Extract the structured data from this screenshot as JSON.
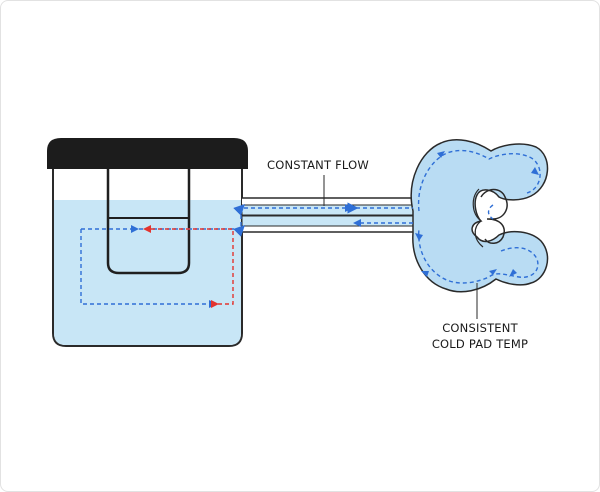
{
  "diagram": {
    "labels": {
      "constant_flow": "CONSTANT FLOW",
      "pad_temp_line1": "CONSISTENT",
      "pad_temp_line2": "COLD PAD TEMP"
    },
    "colors": {
      "water": "#c8e6f6",
      "container_outline": "#2a2a2a",
      "lid": "#1c1c1c",
      "flow_blue": "#2f6fd6",
      "flow_red": "#e3342f",
      "pad_fill": "#b9dcf3",
      "tube_fill": "#ffffff"
    },
    "icons": [
      "cooler-container",
      "ice-insert",
      "hose",
      "cold-pad"
    ]
  }
}
